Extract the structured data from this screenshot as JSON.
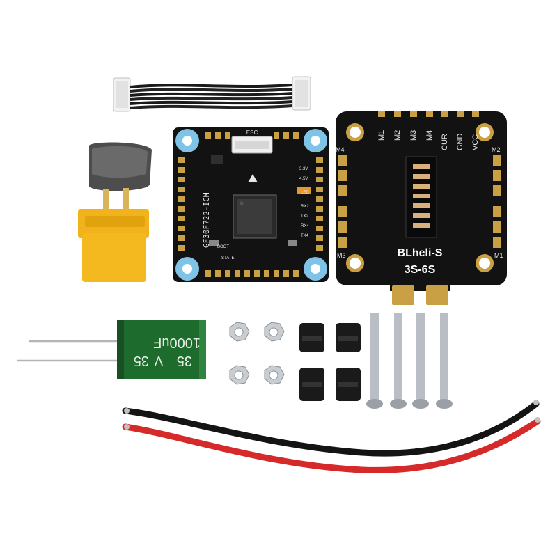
{
  "fc": {
    "esc_label": "ESC",
    "model": "GF30F722-ICM",
    "boot": "BOOT",
    "state": "STATE",
    "side_labels": [
      "3.3V",
      "4.5V",
      "LED",
      "RX2",
      "TX2",
      "RX4",
      "TX4"
    ]
  },
  "esc": {
    "top_pads": [
      "M1",
      "M2",
      "M3",
      "M4",
      "CUR",
      "GND",
      "VCC"
    ],
    "corner_m4": "M4",
    "corner_m2": "M2",
    "corner_m3": "M3",
    "corner_m1": "M1",
    "brand": "BLheli-S",
    "voltage": "3S-6S",
    "plus": "+",
    "minus": "−"
  },
  "capacitor": {
    "voltage": "35",
    "unit": "V",
    "capacitance": "1000uF"
  },
  "colors": {
    "pcb": "#111111",
    "mount_blue": "#7fc4e6",
    "gold": "#c9a144",
    "xt60_yellow": "#f2b21c",
    "cap_green": "#1e6b2e",
    "wire_red": "#d62a2a",
    "wire_black": "#141414"
  }
}
